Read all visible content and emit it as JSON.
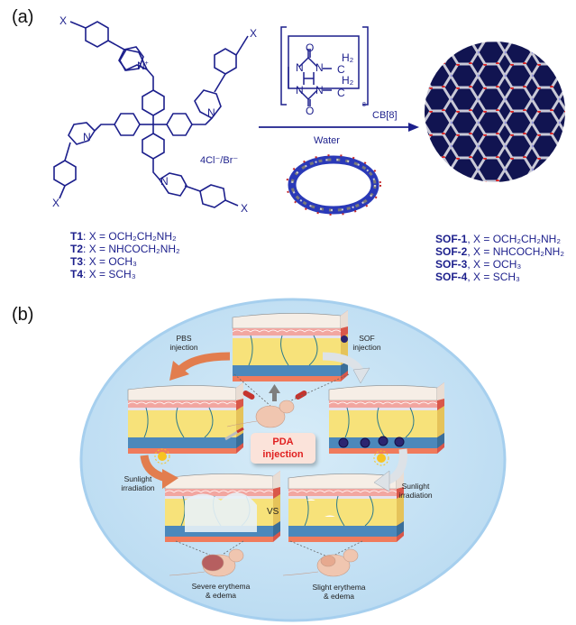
{
  "panel_a": {
    "label": "(a)",
    "monomer": {
      "substituent_label": "X",
      "cation_label": "N",
      "charge": "+",
      "counterion": "4Cl⁻/Br⁻"
    },
    "monomer_legend": [
      {
        "name": "T1",
        "x": "X = OCH₂CH₂NH₂"
      },
      {
        "name": "T2",
        "x": "X = NHCOCH₂NH₂"
      },
      {
        "name": "T3",
        "x": "X = OCH₃"
      },
      {
        "name": "T4",
        "x": "X = SCH₃"
      }
    ],
    "host": {
      "atom_O": "O",
      "atom_N": "N",
      "atom_C": "C",
      "atom_H2": "H₂",
      "repeat": "8",
      "name": "CB[8]"
    },
    "arrow_top": "CB[8]",
    "arrow_bottom": "Water",
    "product_legend": [
      {
        "name": "SOF-1",
        "x": ", X = OCH₂CH₂NH₂"
      },
      {
        "name": "SOF-2",
        "x": ", X = NHCOCH₂NH₂"
      },
      {
        "name": "SOF-3",
        "x": ", X = OCH₃"
      },
      {
        "name": "SOF-4",
        "x": ", X = SCH₃"
      }
    ]
  },
  "panel_b": {
    "label": "(b)",
    "pbs_injection": "PBS\ninjection",
    "sof_injection": "SOF\ninjection",
    "pda_injection_line1": "PDA",
    "pda_injection_line2": "injection",
    "sunlight_left_1": "Sunlight",
    "sunlight_left_2": "irradiation",
    "sunlight_right_1": "Sunlight",
    "sunlight_right_2": "irradiation",
    "vs": "VS",
    "outcome_left_1": "Severe erythema",
    "outcome_left_2": "& edema",
    "outcome_right_1": "Slight erythema",
    "outcome_right_2": "& edema",
    "colors": {
      "circle_bg": "#c7e3f5",
      "circle_edge": "#a7d0ee",
      "pda_text": "#e02020",
      "pda_box": "#fbe3da",
      "orange_arrow": "#e27d4e",
      "grey_arrow": "#d9dee3",
      "skin_top": "#f5ece4",
      "dermis": "#f3a7a2",
      "fat": "#f7e27a",
      "vessel": "#4f8dbf",
      "muscle": "#f07b5c"
    }
  }
}
